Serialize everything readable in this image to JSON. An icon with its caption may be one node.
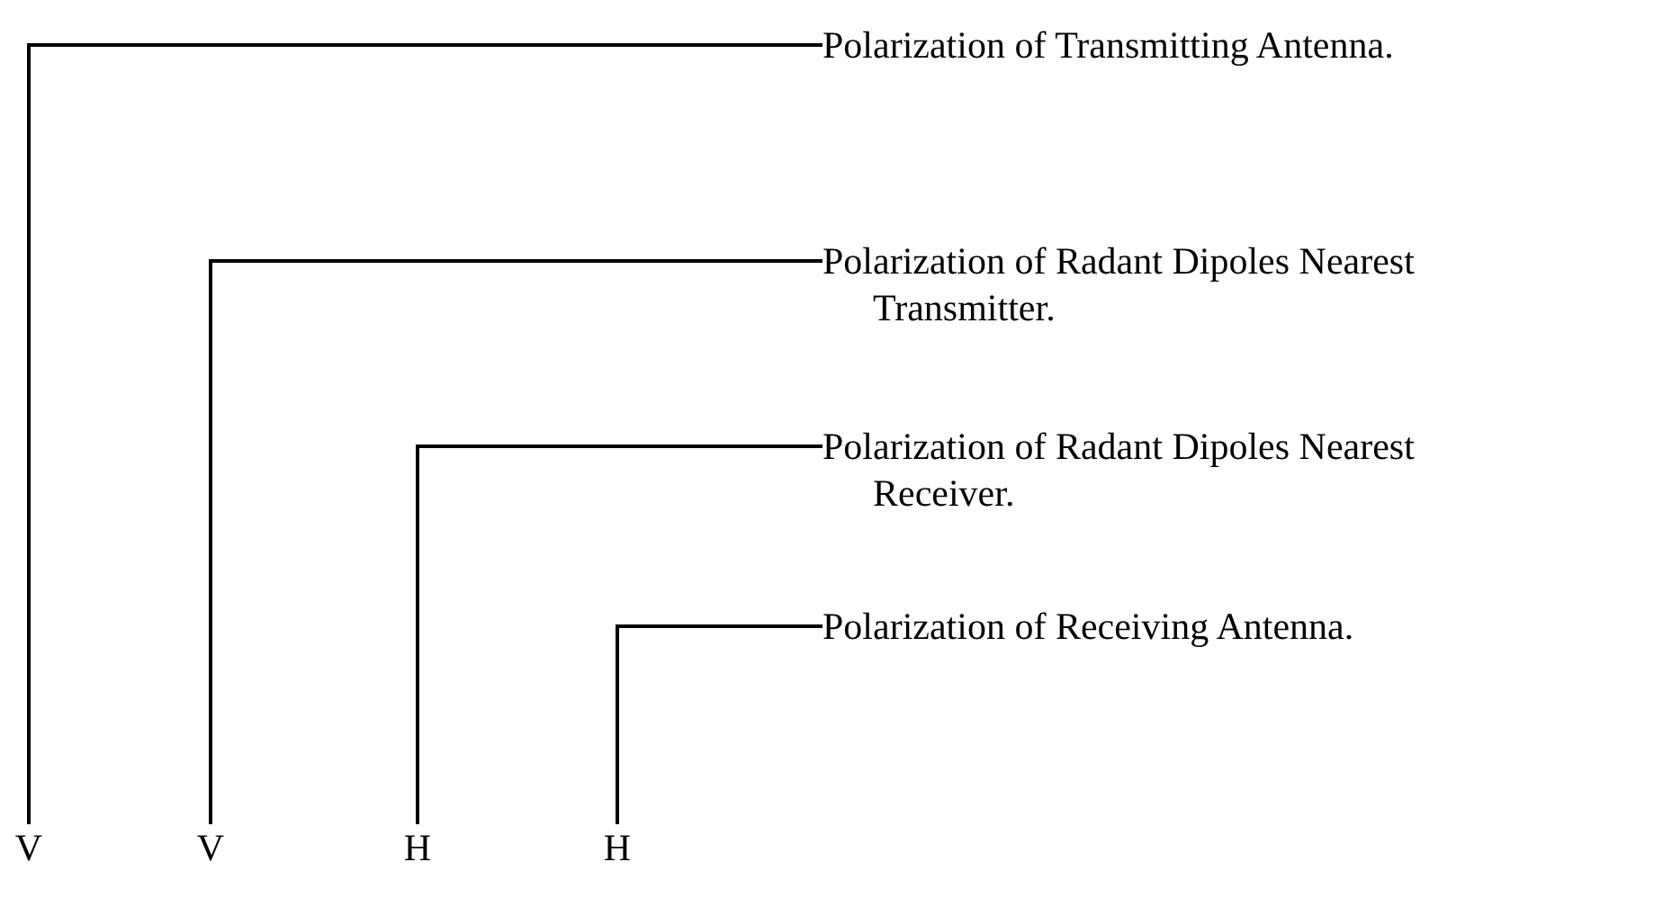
{
  "diagram": {
    "nodes": [
      {
        "text": [
          "Polarization of Transmitting Antenna."
        ]
      },
      {
        "text": [
          "Polarization of Radant Dipoles Nearest Transmitter."
        ]
      },
      {
        "text": [
          "Polarization of Radant Dipoles Nearest Receiver."
        ]
      },
      {
        "text": [
          "Polarization of Receiving Antenna."
        ]
      },
      {
        "text": [
          "V"
        ]
      },
      {
        "text": [
          "V"
        ]
      },
      {
        "text": [
          "H"
        ]
      },
      {
        "text": [
          "H"
        ]
      }
    ],
    "edges": [
      {
        "from": 4,
        "to": 0,
        "arrow": "none"
      },
      {
        "from": 5,
        "to": 1,
        "arrow": "none"
      },
      {
        "from": 6,
        "to": 2,
        "arrow": "none"
      },
      {
        "from": 7,
        "to": 3,
        "arrow": "none"
      }
    ]
  }
}
